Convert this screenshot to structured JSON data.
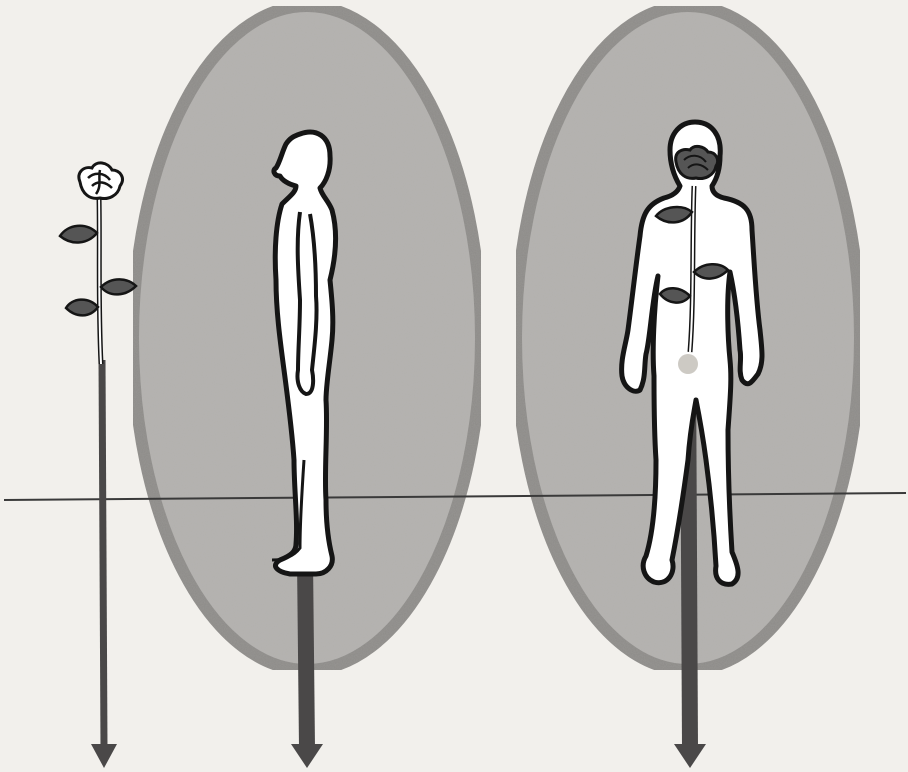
{
  "diagram": {
    "figures": [
      {
        "id": "rose",
        "kind": "rose",
        "has_aura": false
      },
      {
        "id": "side-human",
        "kind": "human-side-profile",
        "has_aura": true
      },
      {
        "id": "front-human",
        "kind": "human-front-with-inner-rose",
        "has_aura": true
      }
    ],
    "ground_line": true
  },
  "colors": {
    "paper": "#f2f0ec",
    "aura_fill": "#b3b1ae",
    "aura_stroke": "#8d8b88",
    "arrow": "#4a4848",
    "outline": "#151515",
    "ground_line": "#3a3a3a",
    "leaf": "#555555"
  }
}
